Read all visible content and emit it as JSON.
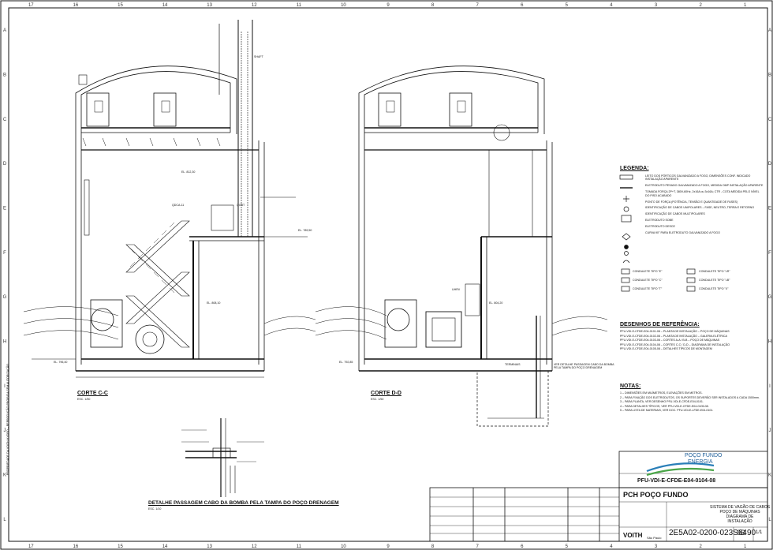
{
  "sheet": {
    "grid_cols": [
      "17",
      "16",
      "15",
      "14",
      "13",
      "12",
      "11",
      "10",
      "9",
      "8",
      "7",
      "6",
      "5",
      "4",
      "3",
      "2",
      "1"
    ],
    "grid_rows": [
      "A",
      "B",
      "C",
      "D",
      "E",
      "F",
      "G",
      "H",
      "I",
      "J",
      "K",
      "L"
    ]
  },
  "views": {
    "section_c": {
      "caption": "CORTE C-C",
      "scale": "ESC. 1/50"
    },
    "section_d": {
      "caption": "CORTE D-D",
      "scale": "ESC. 1/50"
    },
    "detail": {
      "caption": "DETALHE PASSAGEM CABO DA BOMBA PELA TAMPA DO POÇO DRENAGEM",
      "scale": "ESC. 1/10"
    },
    "detail_ref_note": "VER DETALHE PASSAGEM CABO DA BOMBA PELA TAMPA DO POÇO DRENAGEM"
  },
  "legend": {
    "title": "LEGENDA:",
    "items": [
      "LEITO DOS PÓRTICOS GALVANIZADO A FOGO, DIMENSÕES CONF. INDICADO INSTALAÇÃO APARENTE",
      "ELETRODUTO PESADO GALVANIZADO A FOGO, MEDIDA OMP INSTALAÇÃO APARENTE",
      "TOMADA FORÇA 2P+T, 380V-60Hz, 2x16A ou 3x16A; CTR - COTA MEDIDA PELO NÍVEL DO PISO ACABADO",
      "PONTO DE FORÇA (POTÊNCIA, TENSÃO E QUANTIDADE DE FASES)",
      "IDENTIFICAÇÃO DE CABOS UNIPOLARES – FASE, NEUTRO, TERRA E RETORNO",
      "IDENTIFICAÇÃO DE CABOS MULTIPOLARES",
      "ELETRODUTO SOBE",
      "ELETRODUTO DESCE",
      "CURVA 90° PARA ELETRODUTO GALVANIZADO A FOGO"
    ],
    "conduletes": [
      "CONDULETE TIPO \"E\"",
      "CONDULETE TIPO \"LR\"",
      "CONDULETE TIPO \"C\"",
      "CONDULETE TIPO \"LB\"",
      "CONDULETE TIPO \"T\"",
      "CONDULETE TIPO \"X\""
    ]
  },
  "references": {
    "title": "DESENHOS DE REFERÊNCIA:",
    "items": [
      "PFU-VDI-E-CFDE-E04-0101-08 – PLANTA DE INSTALAÇÃO – POÇO DE MÁQUINAS",
      "PFU-VDI-E-CFDE-E04-0102-08 – PLANTA DE INSTALAÇÃO – GALERIA ELÉTRICA",
      "PFU-VDI-E-CFDE-E04-0103-08 – CORTES A-A / B-B – POÇO DE MÁQUINAS",
      "PFU-VDI-E-CFDE-E04-0104-08 – CORTES C-C / D-D – DIAGRAMA DE INSTALAÇÃO",
      "PFU-VDI-E-CFDE-E04-0105-08 – DETALHES TÍPICOS DE MONTAGEM"
    ]
  },
  "notes": {
    "title": "NOTAS:",
    "items": [
      "1 – DIMENSÕES EM MILÍMETROS, ELEVAÇÕES EM METROS.",
      "2 – PARA FIXAÇÃO DOS ELETRODUTOS, OS SUPORTES DEVERÃO SER INSTALADOS A CADA 1500mm.",
      "3 – PARA PLANTA, VER DESENHO PFU-VDI-E-CFDE-E04-0101.",
      "4 – PARA DETALHES TÍPICOS, VER PFU-VDI-E-CFDE-E04-0105-08.",
      "5 – PARA LISTA DE MATERIAIS, VER DOC. PFU-VDI-E-LFDE-E04-0101."
    ]
  },
  "title_block": {
    "logo_text": [
      "POÇO FUNDO",
      "ENERGIA"
    ],
    "doc_number": "PFU-VDI-E-CFDE-E04-0104-08",
    "project": "PCH POÇO FUNDO",
    "drawing_title": [
      "SISTEMA DE VAGÃO DE CABOS",
      "POÇO DE MÁQUINAS",
      "DIAGRAMA DE",
      "INSTALAÇÃO"
    ],
    "client_doc": "2E5A02-0200-023S6490",
    "revision": "0B",
    "sheet_no": "1/1",
    "brand": "VOITH",
    "place": "São Paulo"
  },
  "left_margin_note": "PROPRIEDADE DA VOITH HYDRO – REPRODUÇÃO PROIBIDA SEM AUTORIZAÇÃO",
  "elevations": [
    "EL. 812,30",
    "EL. 808,10",
    "EL. 804,20",
    "EL. 796,40",
    "EL. 792,85",
    "EL. 789,50"
  ],
  "equipment_labels": [
    "QDCA-11",
    "UHRV",
    "TERMINAIS",
    "QGBT",
    "SHAFT"
  ]
}
